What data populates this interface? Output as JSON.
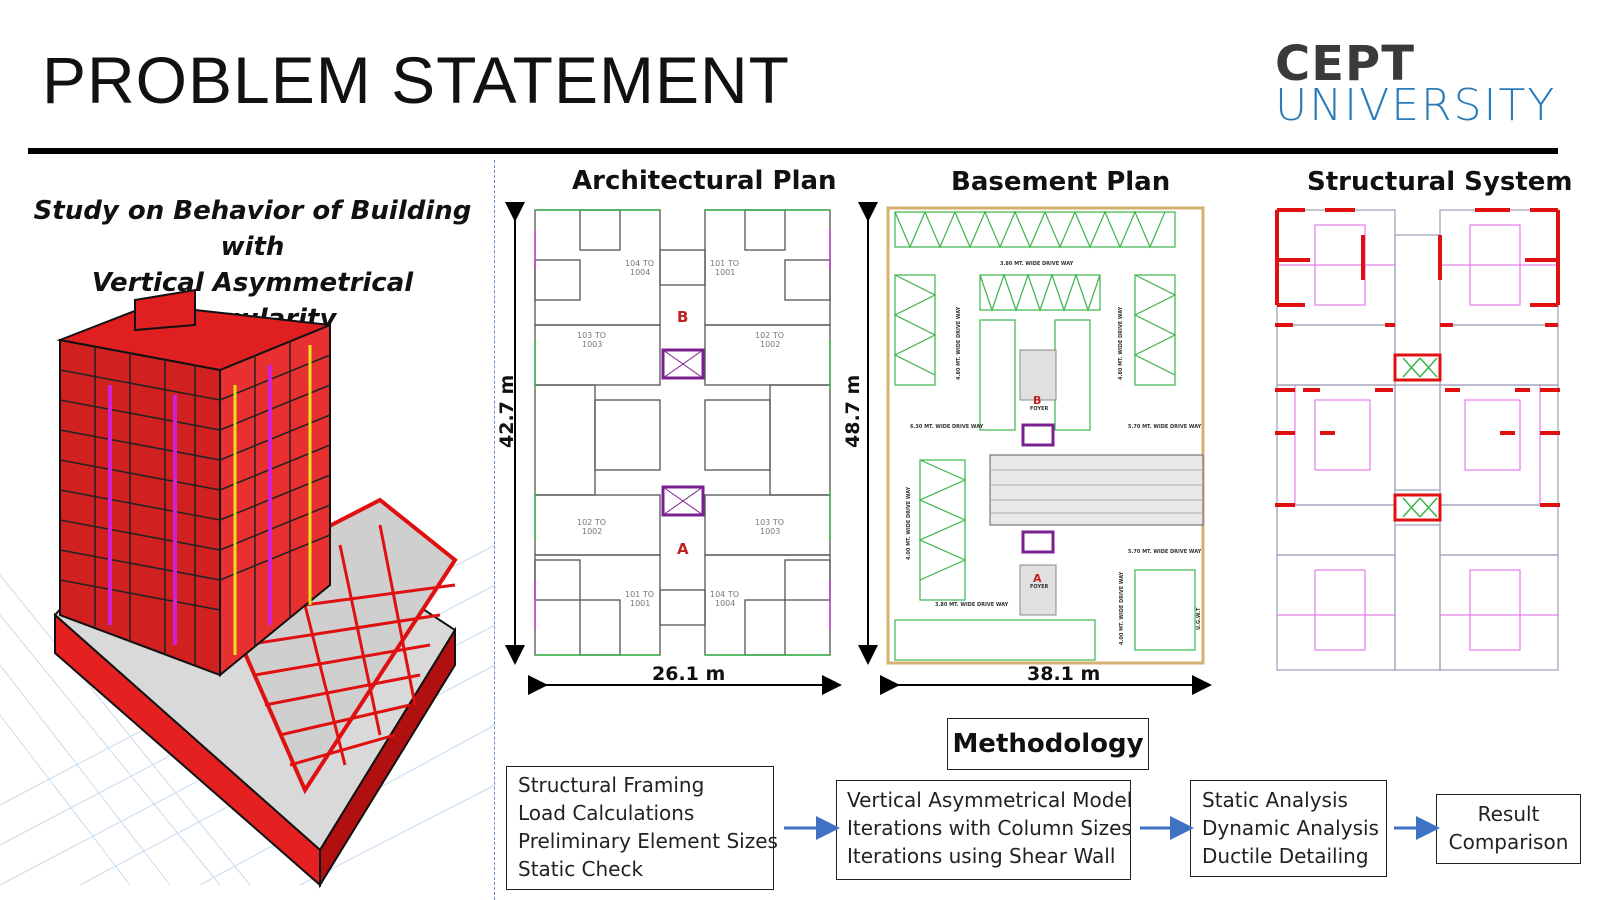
{
  "header": {
    "title": "PROBLEM STATEMENT",
    "logo_top": "CEPT",
    "logo_bottom": "UNIVERSITY"
  },
  "study": {
    "line1": "Study on Behavior of Building with",
    "line2": "Vertical Asymmetrical Irregularity"
  },
  "plans": {
    "architectural": {
      "title": "Architectural Plan",
      "height_dim": "42.7 m",
      "width_dim": "26.1 m",
      "core_labels": [
        "B",
        "A"
      ],
      "units": [
        {
          "l1": "104  TO",
          "l2": "1004"
        },
        {
          "l1": "101  TO",
          "l2": "1001"
        },
        {
          "l1": "103  TO",
          "l2": "1003"
        },
        {
          "l1": "102  TO",
          "l2": "1002"
        },
        {
          "l1": "102  TO",
          "l2": "1002"
        },
        {
          "l1": "103  TO",
          "l2": "1003"
        },
        {
          "l1": "101  TO",
          "l2": "1001"
        },
        {
          "l1": "104  TO",
          "l2": "1004"
        }
      ]
    },
    "basement": {
      "title": "Basement Plan",
      "height_dim": "48.7 m",
      "width_dim": "38.1 m",
      "core_labels": [
        "B",
        "A"
      ],
      "notes": [
        "3.80 MT. WIDE DRIVE WAY",
        "4.80 MT. WIDE DRIVE WAY",
        "4.80 MT. WIDE DRIVE WAY",
        "6.30 MT. WIDE DRIVE WAY",
        "5.70 MT. WIDE DRIVE WAY",
        "5.70 MT. WIDE DRIVE WAY",
        "3.80 MT. WIDE DRIVE WAY",
        "4.00 MT. WIDE DRIVE WAY",
        "4.00 MT. WIDE DRIVE WAY",
        "U.G.W.T"
      ],
      "foyer": "FOYER"
    },
    "structural": {
      "title": "Structural System"
    }
  },
  "methodology": {
    "title": "Methodology",
    "step1": [
      "Structural Framing",
      "Load Calculations",
      "Preliminary Element Sizes",
      "Static Check"
    ],
    "step2": [
      "Vertical Asymmetrical Model",
      "Iterations with Column Sizes",
      "Iterations using Shear Wall"
    ],
    "step3": [
      "Static Analysis",
      "Dynamic Analysis",
      "Ductile Detailing"
    ],
    "step4": [
      "Result",
      "Comparison"
    ]
  },
  "colors": {
    "frame_red": "#e01010",
    "shear_wall_magenta": "#d020d8",
    "plan_green": "#3ab54a",
    "core_purple": "#7a2090",
    "arrow_blue": "#3f72c4",
    "logo_blue": "#2a7bb8"
  }
}
